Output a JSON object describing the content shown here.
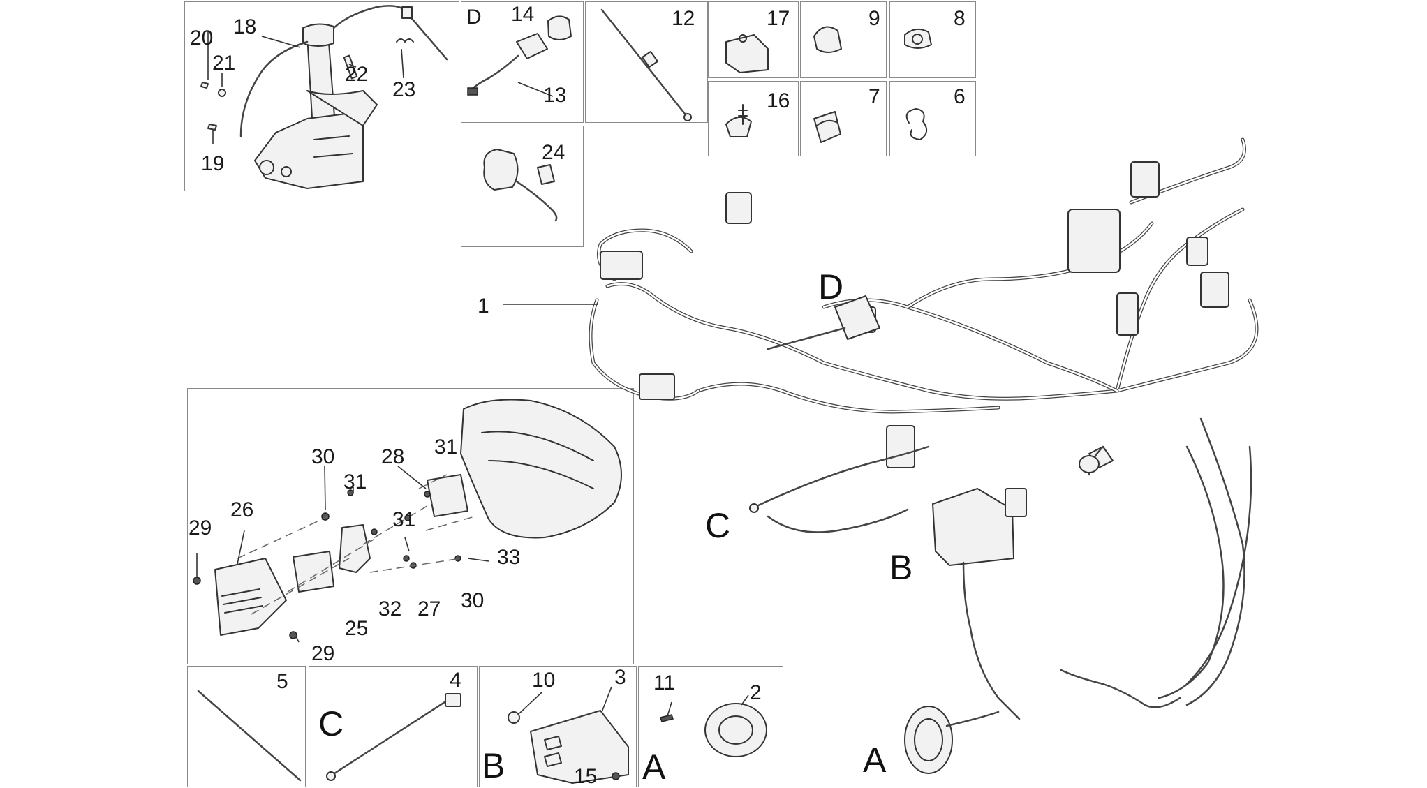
{
  "diagram": {
    "labels": {
      "n1": "1",
      "n2": "2",
      "n3": "3",
      "n4": "4",
      "n5": "5",
      "n6": "6",
      "n7": "7",
      "n8": "8",
      "n9": "9",
      "n10": "10",
      "n11": "11",
      "n12": "12",
      "n13": "13",
      "n14": "14",
      "n15": "15",
      "n16": "16",
      "n17": "17",
      "n18": "18",
      "n19": "19",
      "n20": "20",
      "n21": "21",
      "n22": "22",
      "n23": "23",
      "n24": "24",
      "n25": "25",
      "n26": "26",
      "n27": "27",
      "n28": "28",
      "n29a": "29",
      "n29b": "29",
      "n30a": "30",
      "n30b": "30",
      "n31a": "31",
      "n31b": "31",
      "n31c": "31",
      "n32": "32",
      "n33": "33"
    },
    "callouts": {
      "d_box": "D",
      "c_box": "C",
      "b_box": "B",
      "a_box": "A",
      "d_main": "D",
      "c_main": "C",
      "b_main": "B",
      "a_main": "A"
    }
  }
}
